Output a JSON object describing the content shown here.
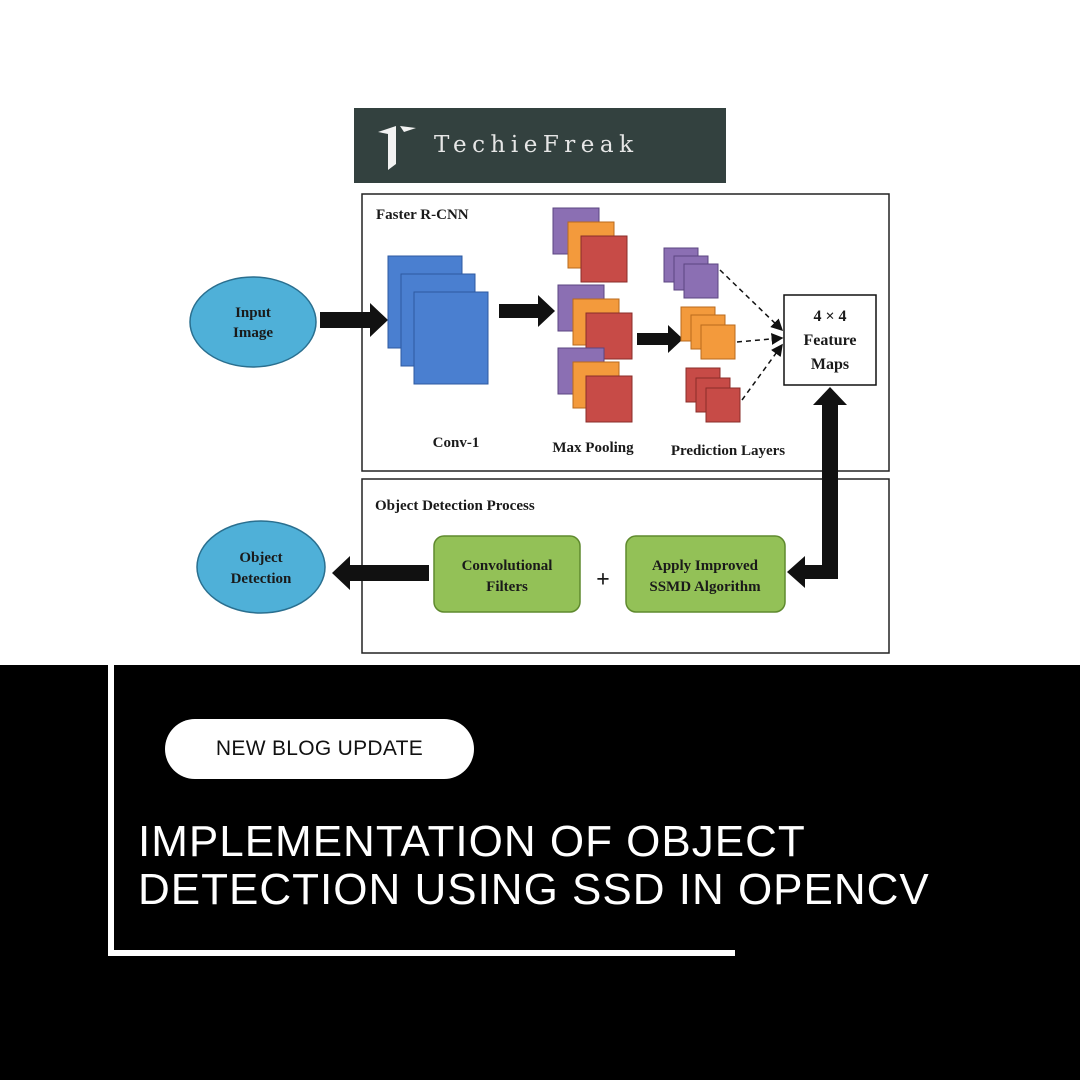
{
  "logo": {
    "text": "TechieFreak"
  },
  "diagram": {
    "top_section_title": "Faster R-CNN",
    "input_node": [
      "Input",
      "Image"
    ],
    "conv_label": "Conv-1",
    "pool_label": "Max Pooling",
    "pred_label": "Prediction Layers",
    "feature_node": [
      "4 × 4",
      "Feature",
      "Maps"
    ],
    "bottom_section_title": "Object Detection Process",
    "conv_filters_node": [
      "Convolutional",
      "Filters"
    ],
    "plus_sign": "+",
    "ssmd_node": [
      "Apply Improved",
      "SSMD Algorithm"
    ],
    "output_node": [
      "Object",
      "Detection"
    ]
  },
  "colors": {
    "ellipse": "#4fb0d8",
    "conv_blue": "#4a7fd0",
    "purple": "#8b6fb3",
    "orange": "#f39a3c",
    "red": "#c74b47",
    "green": "#93c157"
  },
  "footer": {
    "badge": "NEW BLOG UPDATE",
    "headline_line1": "IMPLEMENTATION OF OBJECT",
    "headline_line2": "DETECTION USING SSD IN OPENCV"
  }
}
